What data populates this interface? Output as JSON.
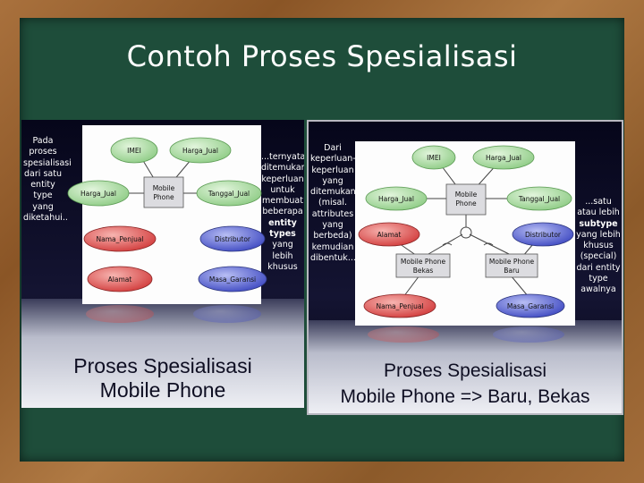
{
  "slide": {
    "title": "Contoh Proses Spesialisasi"
  },
  "left_panel": {
    "side_text": "Pada proses spesialisasi dari satu entity type yang diketahui..",
    "side_text_right_1": "...ternyata ditemukan keperluan untuk membuat beberapa",
    "side_text_right_2": "entity types",
    "side_text_right_3": "yang lebih khusus",
    "entities": {
      "imei": "IMEI",
      "harga_jual_top": "Harga_Jual",
      "harga_jual_left": "Harga_Jual",
      "mobile_phone_line1": "Mobile",
      "mobile_phone_line2": "Phone",
      "tanggal_jual": "Tanggal_Jual",
      "nama_penjual": "Nama_Penjual",
      "distributor": "Distributor",
      "alamat": "Alamat",
      "masa_garansi": "Masa_Garansi"
    },
    "caption_line1": "Proses Spesialisasi",
    "caption_line2": "Mobile Phone"
  },
  "right_panel": {
    "side_text_left": "Dari keperluan-keperluan yang ditemukan, (misal. attributes yang berbeda) kemudian dibentuk...",
    "side_text_right_1": "...satu atau lebih",
    "side_text_right_2": "subtype",
    "side_text_right_3": "yang lebih khusus (special) dari entity type awalnya",
    "entities": {
      "imei": "IMEI",
      "harga_jual_top": "Harga_Jual",
      "harga_jual_left": "Harga_Jual",
      "mobile_phone_line1": "Mobile",
      "mobile_phone_line2": "Phone",
      "tanggal_jual": "Tanggal_Jual",
      "alamat": "Alamat",
      "distributor": "Distributor",
      "subtype_bekas_line1": "Mobile Phone",
      "subtype_bekas_line2": "Bekas",
      "subtype_baru_line1": "Mobile Phone",
      "subtype_baru_line2": "Baru",
      "nama_penjual": "Nama_Penjual",
      "masa_garansi": "Masa_Garansi"
    },
    "caption_line1": "Proses Spesialisasi",
    "caption_line2": "Mobile Phone => Baru, Bekas"
  },
  "colors": {
    "board": "#1e4d3a",
    "attr_green": "#a8d8a0",
    "attr_red": "#d94a4a",
    "attr_blue": "#4a56c8",
    "entity_gray": "#d8d8dc"
  }
}
